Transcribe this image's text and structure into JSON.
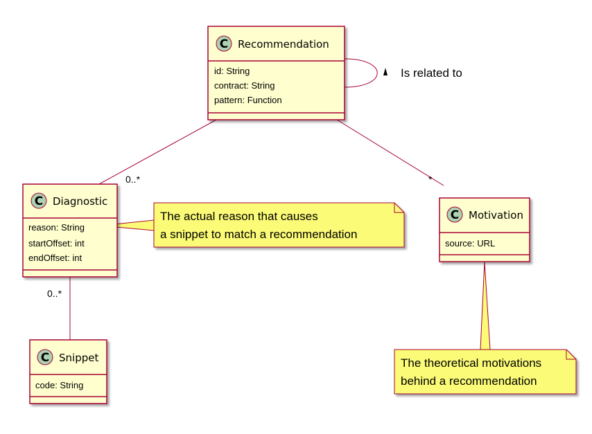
{
  "diagram": {
    "classes": {
      "recommendation": {
        "stereotype": "C",
        "name": "Recommendation",
        "attributes": [
          "id: String",
          "contract: String",
          "pattern: Function"
        ]
      },
      "diagnostic": {
        "stereotype": "C",
        "name": "Diagnostic",
        "attributes": [
          "reason: String",
          "startOffset: int",
          "endOffset: int"
        ]
      },
      "motivation": {
        "stereotype": "C",
        "name": "Motivation",
        "attributes": [
          "source: URL"
        ]
      },
      "snippet": {
        "stereotype": "C",
        "name": "Snippet",
        "attributes": [
          "code: String"
        ]
      }
    },
    "associations": {
      "self_relation_label": "Is related to",
      "recommendation_diagnostic_multiplicity": "0..*",
      "recommendation_motivation_multiplicity": "*",
      "diagnostic_snippet_multiplicity": "0..*"
    },
    "notes": {
      "diagnostic_reason": [
        "The actual reason that causes",
        "a snippet to match a recommendation"
      ],
      "motivation": [
        "The theoretical motivations",
        "behind a recommendation"
      ]
    },
    "colors": {
      "class_fill": "#FEFECE",
      "class_border": "#A80036",
      "badge_fill": "#ADD1B2",
      "note_fill": "#FBFB77",
      "line": "#A80036"
    }
  }
}
